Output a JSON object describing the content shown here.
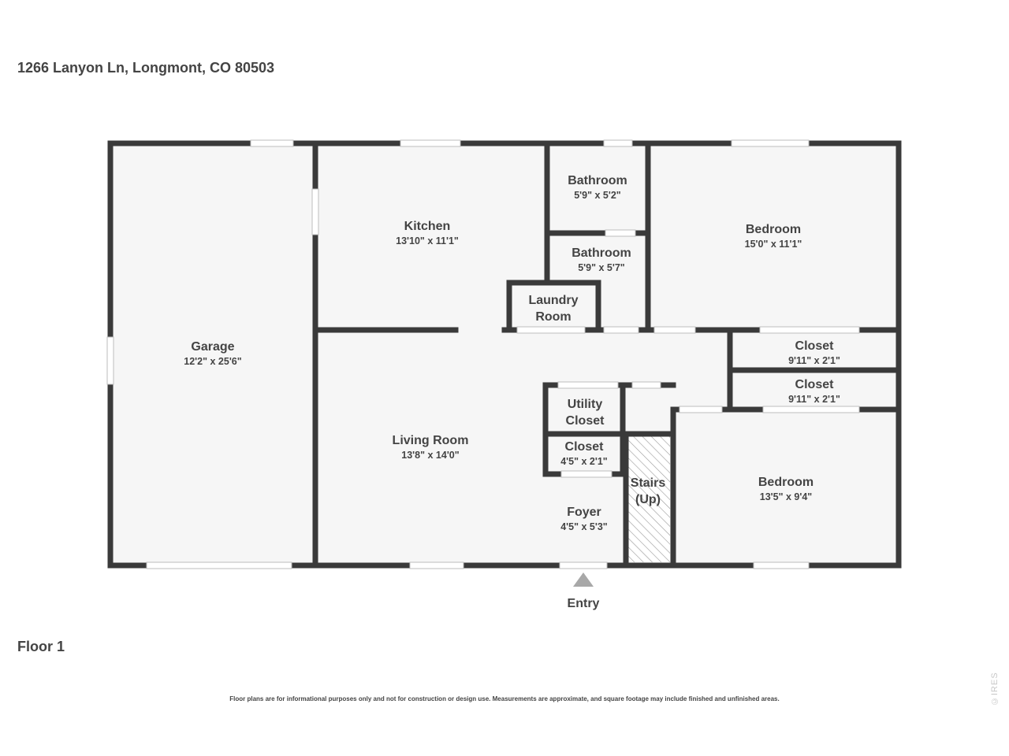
{
  "address": "1266 Lanyon Ln, Longmont, CO 80503",
  "floor_label": "Floor 1",
  "disclaimer": "Floor plans are for informational purposes only and not for construction or design use. Measurements are approximate, and square footage may include finished and unfinished areas.",
  "watermark": "©IRES",
  "entry_label": "Entry",
  "rooms": {
    "garage": {
      "name": "Garage",
      "dims": "12'2\" x 25'6\""
    },
    "kitchen": {
      "name": "Kitchen",
      "dims": "13'10\" x 11'1\""
    },
    "bathroom_1": {
      "name": "Bathroom",
      "dims": "5'9\" x 5'2\""
    },
    "bathroom_2": {
      "name": "Bathroom",
      "dims": "5'9\" x 5'7\""
    },
    "bedroom_1": {
      "name": "Bedroom",
      "dims": "15'0\" x 11'1\""
    },
    "laundry": {
      "name_line1": "Laundry",
      "name_line2": "Room"
    },
    "closet_1": {
      "name": "Closet",
      "dims": "9'11\" x 2'1\""
    },
    "closet_2": {
      "name": "Closet",
      "dims": "9'11\" x 2'1\""
    },
    "living_room": {
      "name": "Living Room",
      "dims": "13'8\" x 14'0\""
    },
    "utility_closet": {
      "name_line1": "Utility",
      "name_line2": "Closet"
    },
    "closet_3": {
      "name": "Closet",
      "dims": "4'5\" x 2'1\""
    },
    "stairs": {
      "name_line1": "Stairs",
      "name_line2": "(Up)"
    },
    "foyer": {
      "name": "Foyer",
      "dims": "4'5\" x 5'3\""
    },
    "bedroom_2": {
      "name": "Bedroom",
      "dims": "13'5\" x 9'4\""
    }
  },
  "colors": {
    "wall": "#3a3a3a",
    "floor": "#f6f6f6",
    "text": "#444444"
  }
}
